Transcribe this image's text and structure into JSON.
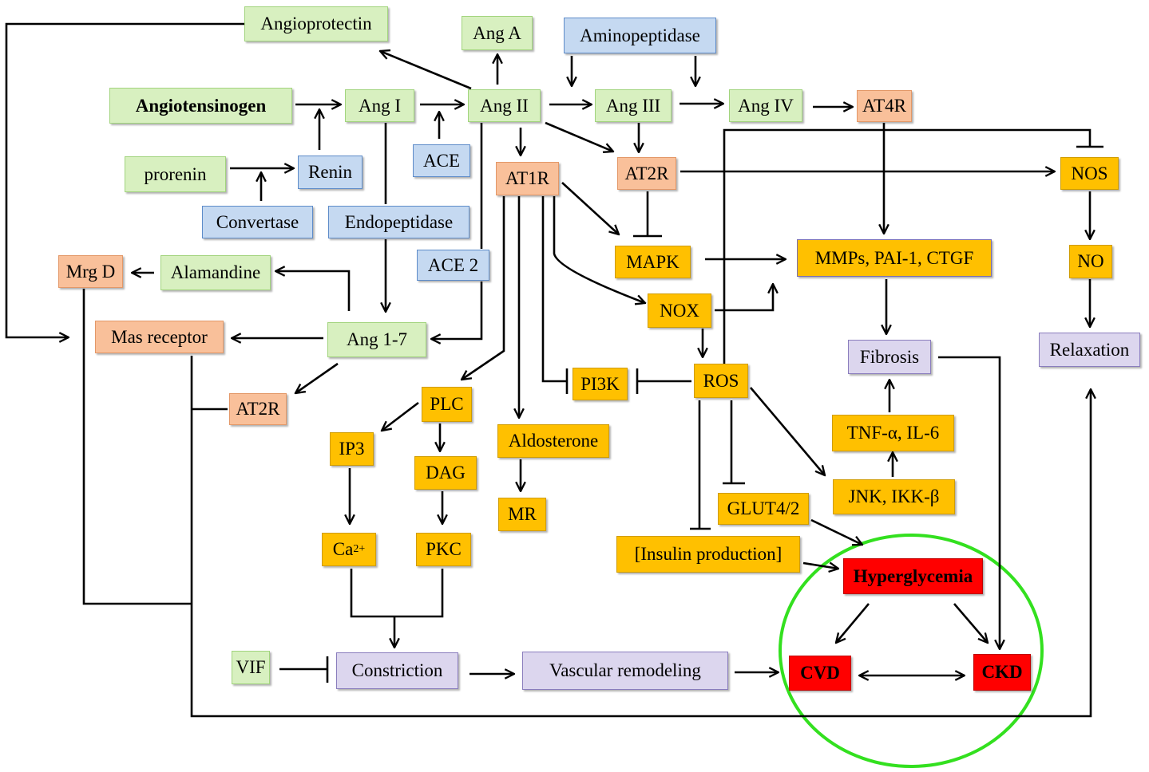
{
  "nodes": {
    "angioprotectin": "Angioprotectin",
    "ang_a": "Ang A",
    "aminopeptidase": "Aminopeptidase",
    "angiotensinogen": "Angiotensinogen",
    "ang_i": "Ang I",
    "ang_ii": "Ang II",
    "ang_iii": "Ang III",
    "ang_iv": "Ang IV",
    "at4r": "AT4R",
    "prorenin": "prorenin",
    "renin": "Renin",
    "ace": "ACE",
    "at1r": "AT1R",
    "at2r_top": "AT2R",
    "nos": "NOS",
    "convertase": "Convertase",
    "endopeptidase": "Endopeptidase",
    "mrg_d": "Mrg D",
    "alamandine": "Alamandine",
    "ace2": "ACE 2",
    "mapk": "MAPK",
    "mmps": "MMPs, PAI-1, CTGF",
    "no": "NO",
    "nox": "NOX",
    "mas_receptor": "Mas receptor",
    "ang_1_7": "Ang 1-7",
    "fibrosis": "Fibrosis",
    "relaxation": "Relaxation",
    "pi3k": "PI3K",
    "ros": "ROS",
    "at2r_left": "AT2R",
    "plc": "PLC",
    "ip3": "IP3",
    "dag": "DAG",
    "aldosterone": "Aldosterone",
    "tnf": "TNF-α, IL-6",
    "mr": "MR",
    "glut": "GLUT4/2",
    "jnk": "JNK, IKK-β",
    "ca": "Ca",
    "ca_sup": "2+",
    "pkc": "PKC",
    "insulin": "[Insulin production]",
    "hyperglycemia": "Hyperglycemia",
    "vif": "VIF",
    "constriction": "Constriction",
    "vascular_remodeling": "Vascular remodeling",
    "cvd": "CVD",
    "ckd": "CKD"
  },
  "colors": {
    "green-fill": "#d8f0c0",
    "green-border": "#a2d47e",
    "blue-fill": "#c5d9f1",
    "blue-border": "#5e8cc9",
    "salmon-fill": "#f9c09a",
    "salmon-border": "#e39868",
    "orange-fill": "#ffc000",
    "orange-border": "#d09c00",
    "purple-fill": "#dcd6ee",
    "purple-border": "#8a7dbd",
    "red-fill": "#ff0000",
    "red-border": "#c00000",
    "ellipse": "#33e01f"
  }
}
